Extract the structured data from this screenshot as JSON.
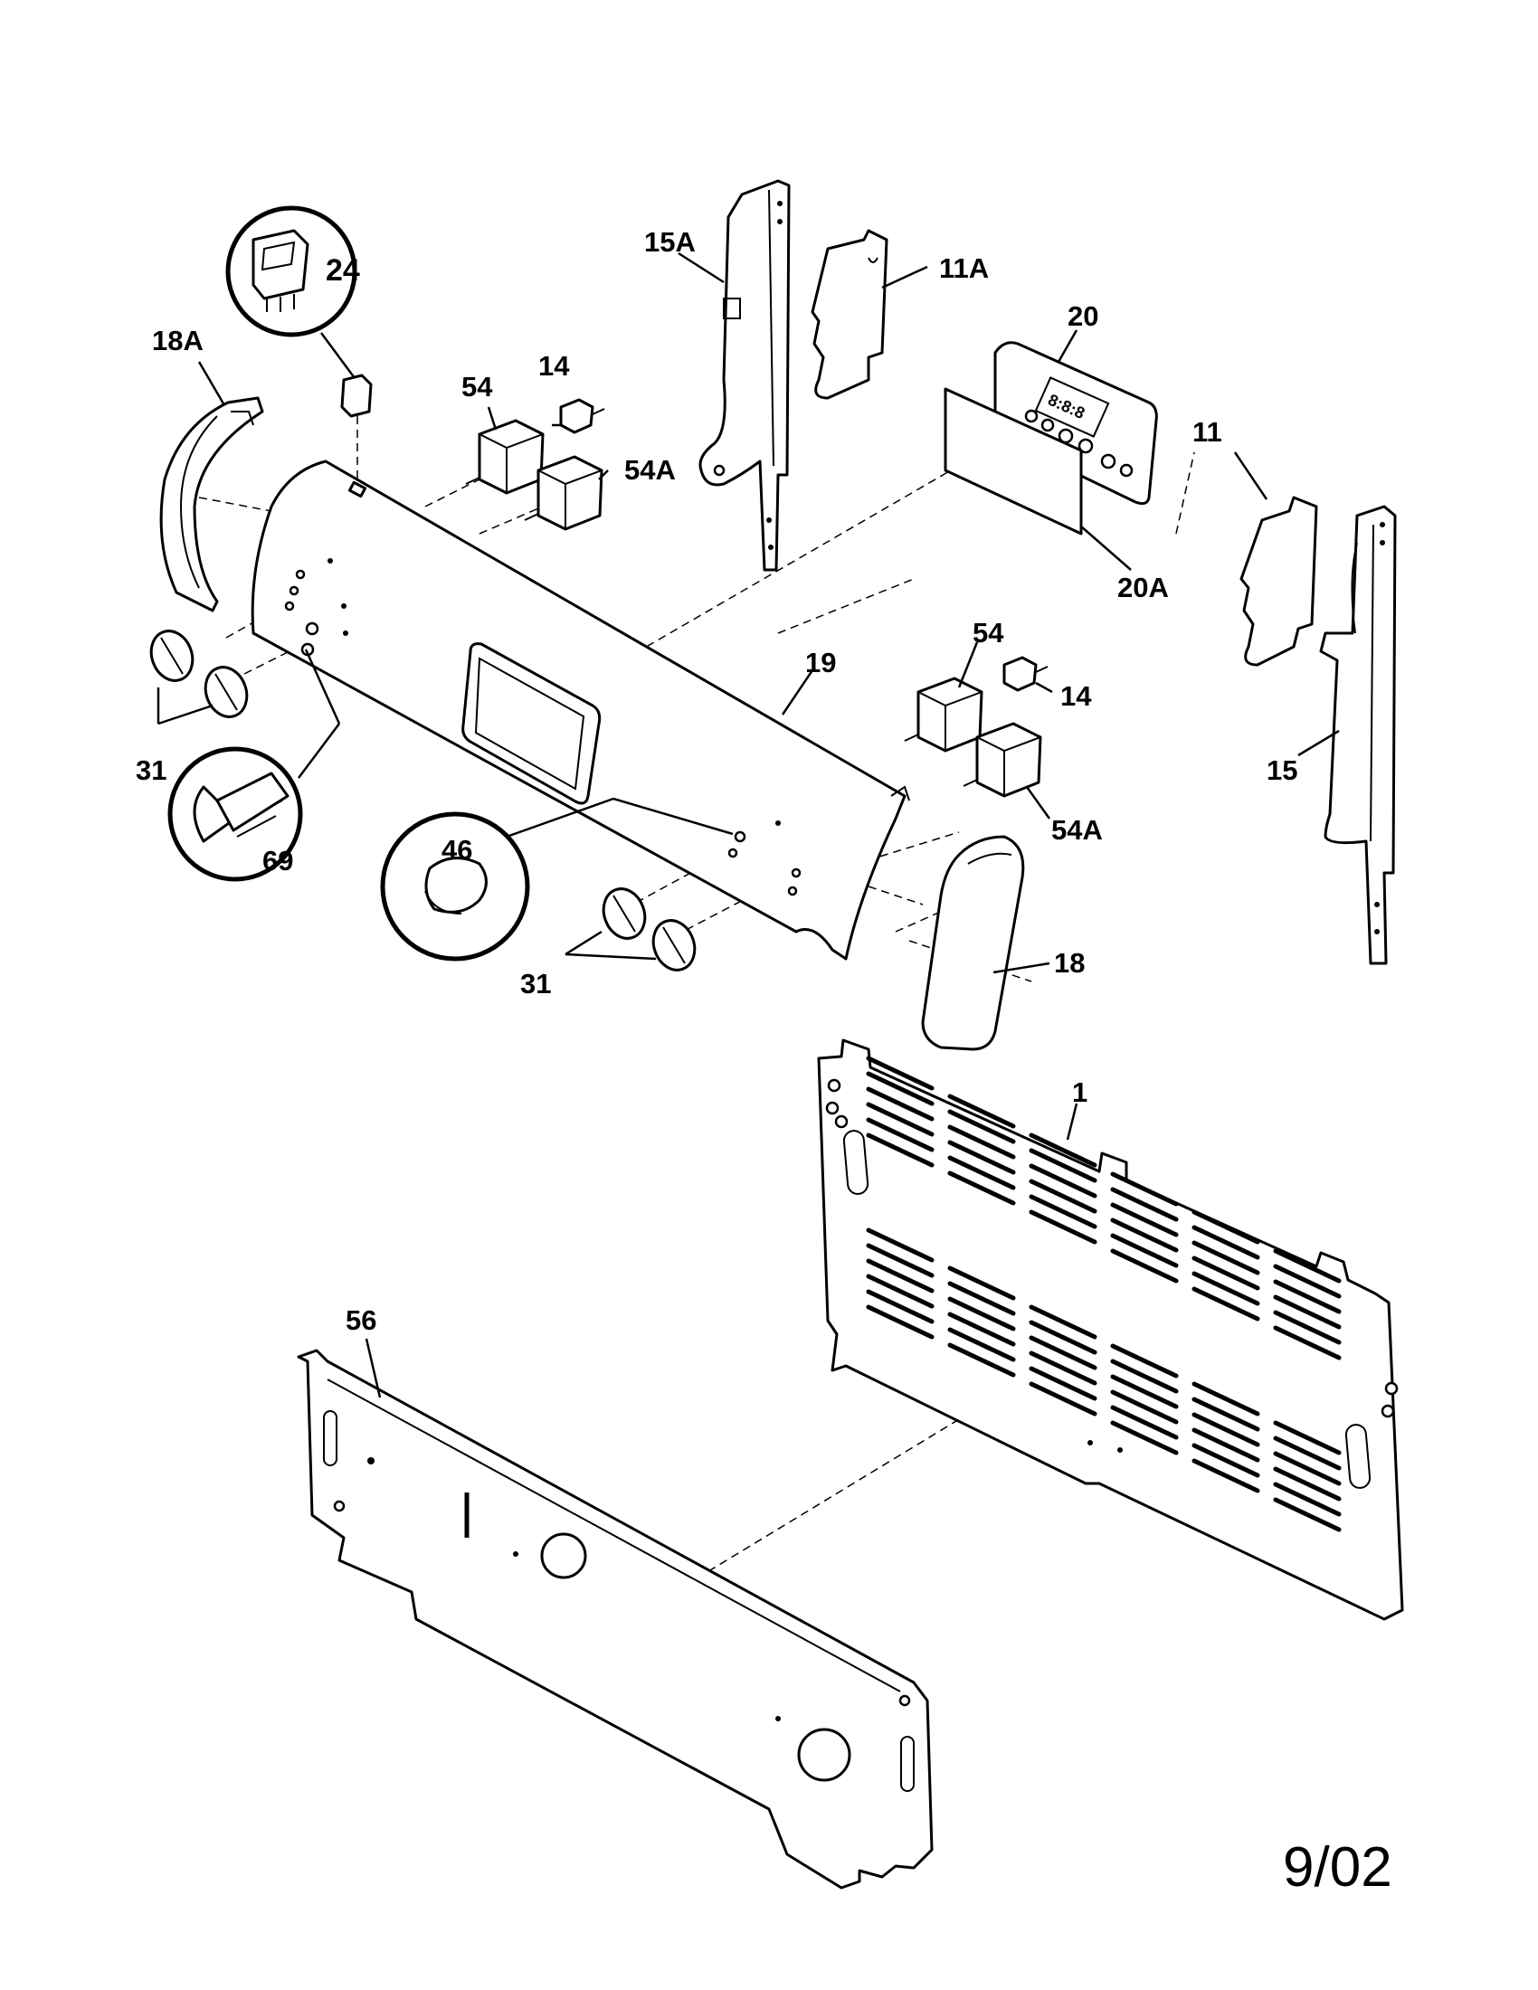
{
  "parts": {
    "p1": "1",
    "p11": "11",
    "p11a": "11A",
    "p14_left": "14",
    "p14_right": "14",
    "p15": "15",
    "p15a": "15A",
    "p18": "18",
    "p18a": "18A",
    "p19": "19",
    "p20": "20",
    "p20a": "20A",
    "p24": "24",
    "p31_left": "31",
    "p31_right": "31",
    "p46": "46",
    "p54_left": "54",
    "p54_right": "54",
    "p54a_left": "54A",
    "p54a_right": "54A",
    "p56": "56",
    "p69": "69"
  },
  "revision_date": "9/02",
  "clock_display": "8:8:8"
}
